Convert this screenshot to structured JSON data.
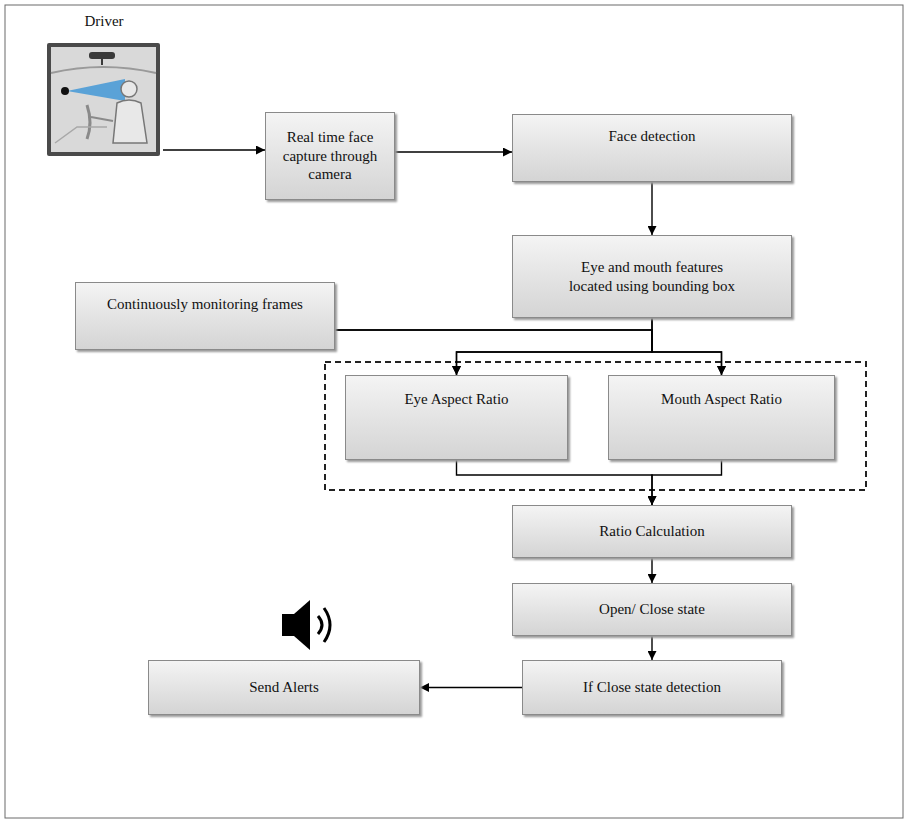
{
  "diagram": {
    "nodes": [
      {
        "text": [
          "Driver"
        ]
      },
      {
        "text": [
          "Real time face capture through camera"
        ]
      },
      {
        "text": [
          "Face detection"
        ]
      },
      {
        "text": [
          "Eye and mouth features located using bounding box"
        ]
      },
      {
        "text": [
          "Continuously monitoring frames"
        ]
      },
      {
        "text": [
          "Eye Aspect Ratio"
        ]
      },
      {
        "text": [
          "Mouth Aspect Ratio"
        ]
      },
      {
        "text": [
          "Ratio Calculation"
        ]
      },
      {
        "text": [
          "Open/ Close state"
        ]
      },
      {
        "text": [
          "If Close state detection"
        ]
      },
      {
        "text": [
          "Send Alerts"
        ]
      }
    ],
    "edges": [
      {
        "from": 0,
        "to": 1,
        "arrow": "to"
      },
      {
        "from": 1,
        "to": 2,
        "arrow": "to"
      },
      {
        "from": 2,
        "to": 3,
        "arrow": "to"
      },
      {
        "from": 3,
        "to": 5,
        "arrow": "to"
      },
      {
        "from": 3,
        "to": 6,
        "arrow": "to"
      },
      {
        "from": 4,
        "to": 5,
        "arrow": "to"
      },
      {
        "from": 4,
        "to": 6,
        "arrow": "to"
      },
      {
        "from": 5,
        "to": 7,
        "arrow": "to"
      },
      {
        "from": 6,
        "to": 7,
        "arrow": "to"
      },
      {
        "from": 7,
        "to": 8,
        "arrow": "to"
      },
      {
        "from": 8,
        "to": 9,
        "arrow": "to"
      },
      {
        "from": 9,
        "to": 10,
        "arrow": "to"
      }
    ]
  }
}
